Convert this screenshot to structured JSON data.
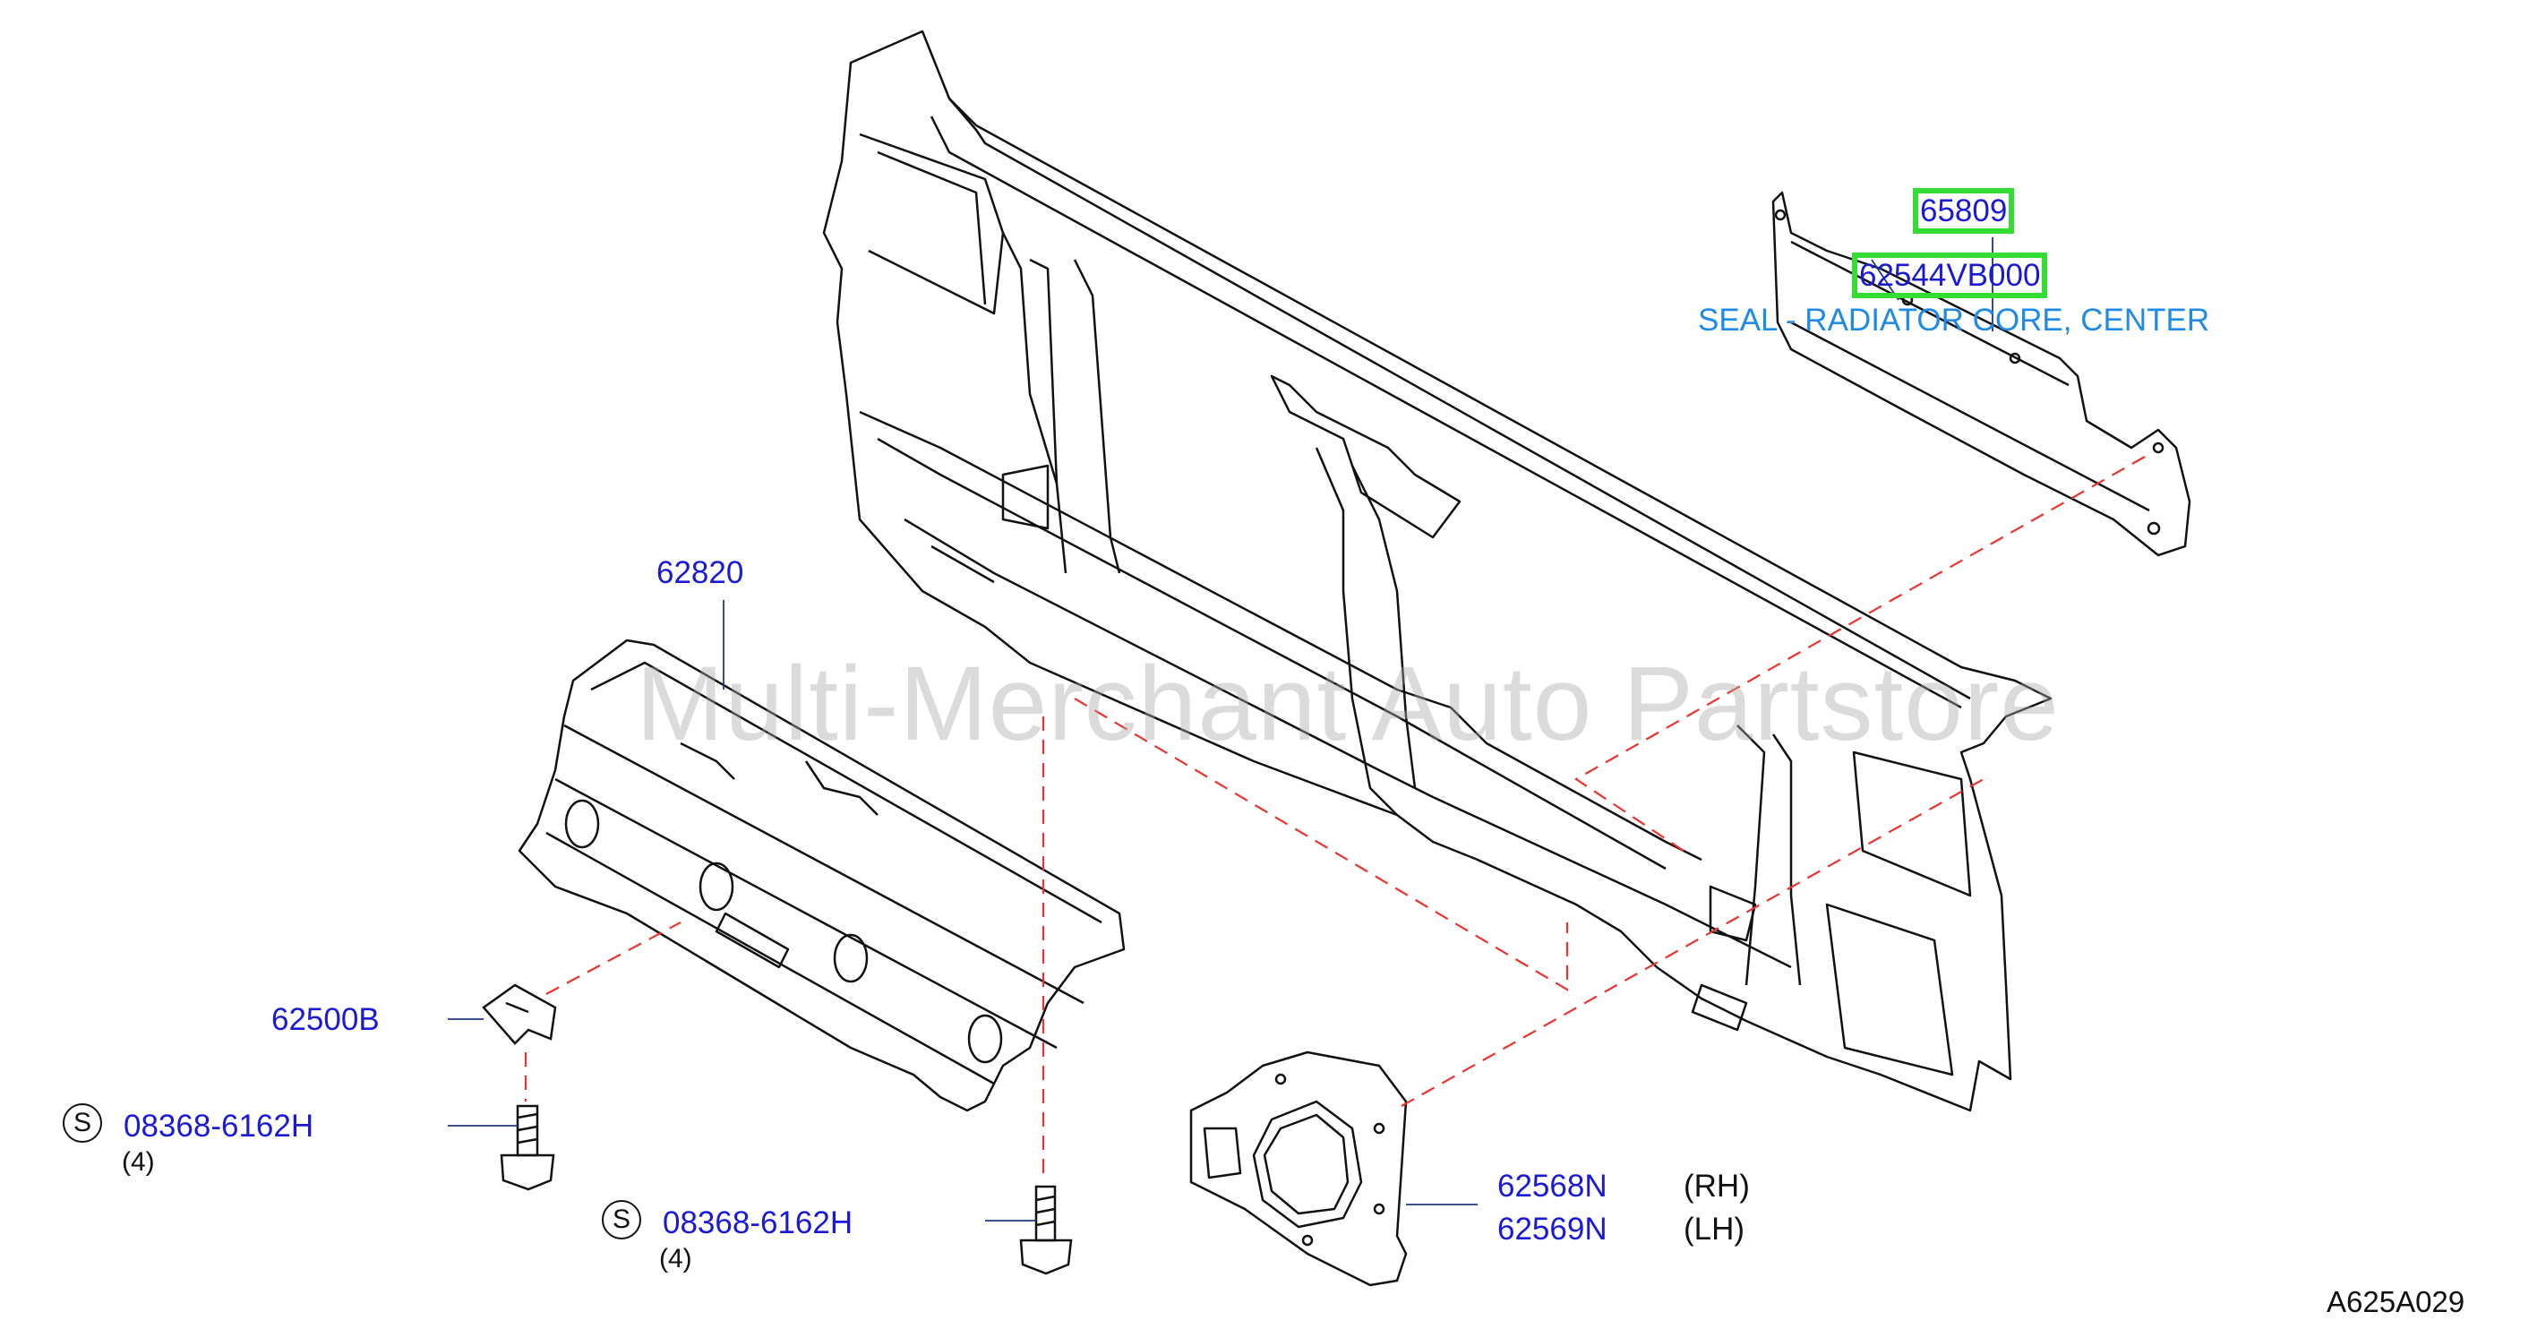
{
  "diagram_code": "A625A029",
  "watermark": "Multi-Merchant Auto Partstore",
  "parts": {
    "p65809": "65809",
    "p62544": "62544VB000",
    "p62544_desc": "SEAL - RADIATOR CORE, CENTER",
    "p62820": "62820",
    "p62500b": "62500B",
    "bolt_left": "08368-6162H",
    "bolt_left_qty": "(4)",
    "bolt_center": "08368-6162H",
    "bolt_center_qty": "(4)",
    "p62568n": "62568N",
    "p62568n_side": "(RH)",
    "p62569n": "62569N",
    "p62569n_side": "(LH)",
    "standard_part_mark": "S"
  },
  "colors": {
    "part_number": "#1a1ad6",
    "description": "#1f8be6",
    "highlight": "#33dd33",
    "dashed_line": "#e8342c",
    "line_art": "#111111"
  }
}
